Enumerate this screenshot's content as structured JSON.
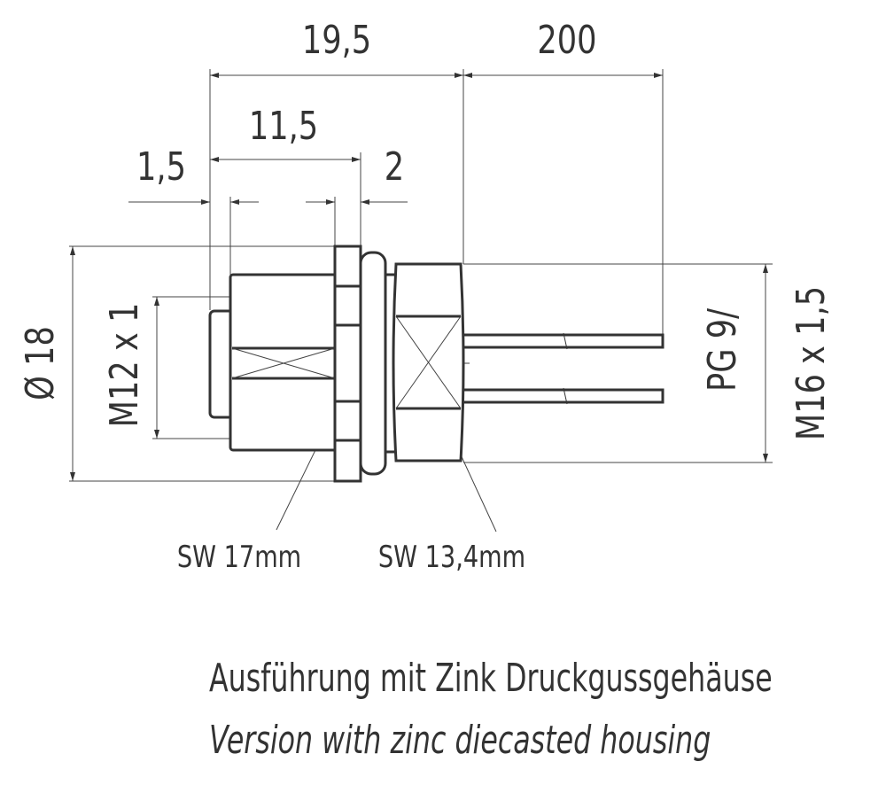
{
  "dimensions": {
    "overall_length": "19,5",
    "cable_length": "200",
    "body_length": "11,5",
    "front_offset": "1,5",
    "nut_width": "2",
    "diameter": "Ø 18",
    "front_thread": "M12 x 1",
    "rear_thread": "PG 9/",
    "rear_thread_alt": "M16 x 1,5"
  },
  "callouts": {
    "wrench_size_nut": "SW 17mm",
    "wrench_size_hex": "SW 13,4mm"
  },
  "caption": {
    "german": "Ausführung mit Zink Druckgussgehäuse",
    "english": "Version with zinc diecasted housing"
  }
}
